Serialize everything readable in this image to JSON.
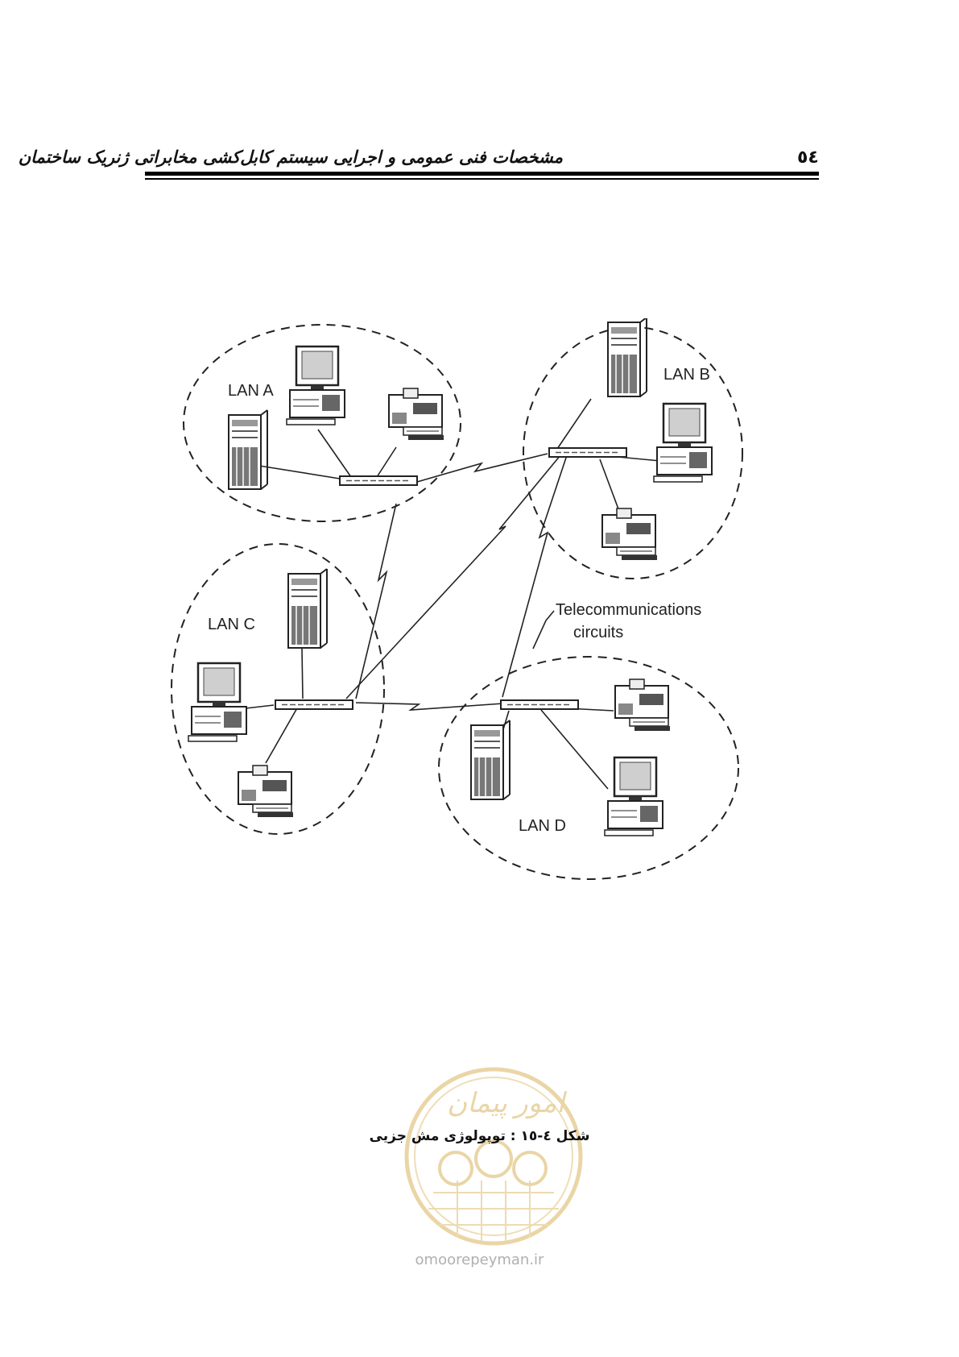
{
  "header": {
    "page_number": "٥٤",
    "running_title": "مشخصات فنی عمومی و اجرایی سیستم کابل‌کشی مخابراتی ژنریک ساختمان"
  },
  "diagram": {
    "lans": [
      {
        "id": "A",
        "label": "LAN A"
      },
      {
        "id": "B",
        "label": "LAN B"
      },
      {
        "id": "C",
        "label": "LAN C"
      },
      {
        "id": "D",
        "label": "LAN D"
      }
    ],
    "telecom_label": {
      "line1": "Telecommunications",
      "line2": "circuits"
    }
  },
  "caption": "شکل ٤-١٥ : توپولوژی مش جزیی",
  "watermark": {
    "text": "امور پیمان",
    "url": "omoorepeyman.ir"
  }
}
